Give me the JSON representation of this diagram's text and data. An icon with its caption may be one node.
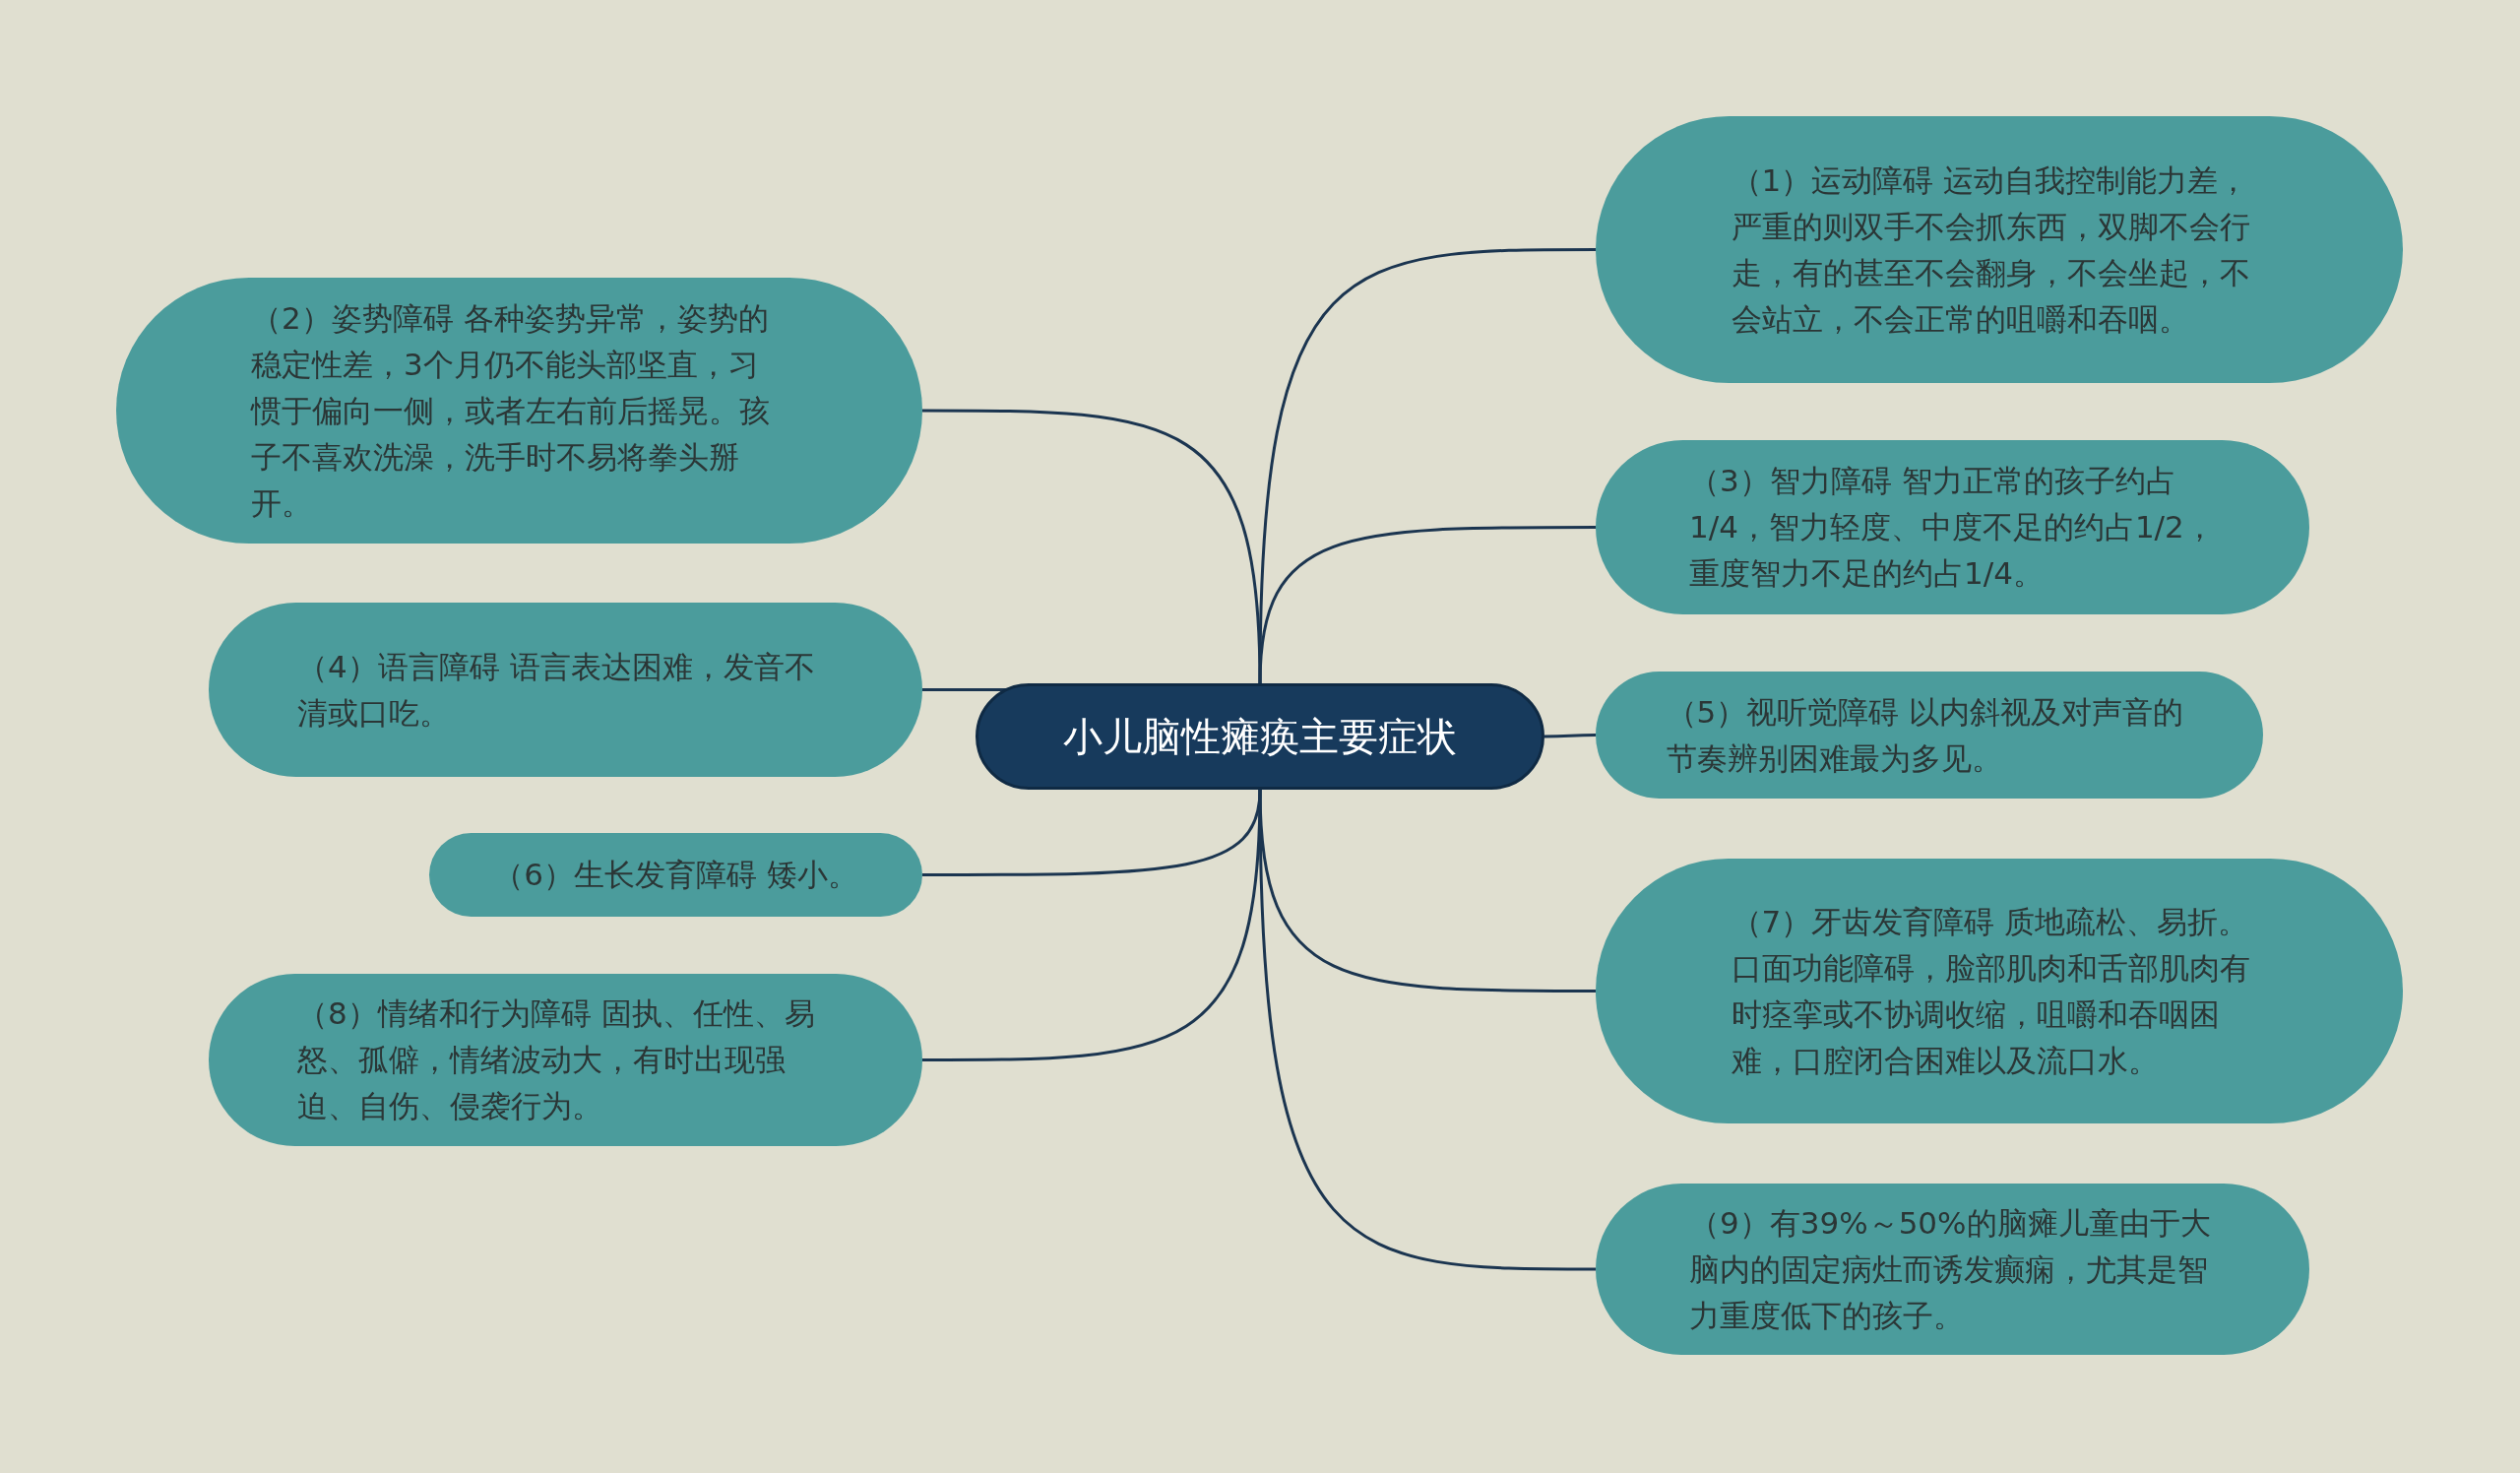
{
  "diagram": {
    "nodes": [
      {
        "text": [
          "小儿脑性瘫痪主要症状"
        ]
      },
      {
        "text": [
          "（1）运动障碍 运动自我控制能力差，严重的则双手不会抓东西，双脚不会行走，有的甚至不会翻身，不会坐起，不会站立，不会正常的咀嚼和吞咽。"
        ]
      },
      {
        "text": [
          "（2）姿势障碍 各种姿势异常，姿势的稳定性差，3个月仍不能头部坚直，习惯于偏向一侧，或者左右前后摇晃。孩子不喜欢洗澡，洗手时不易将拳头掰开。"
        ]
      },
      {
        "text": [
          "（3）智力障碍 智力正常的孩子约占1/4，智力轻度、中度不足的约占1/2，重度智力不足的约占1/4。"
        ]
      },
      {
        "text": [
          "（4）语言障碍 语言表达困难，发音不清或口吃。"
        ]
      },
      {
        "text": [
          "（5）视听觉障碍 以内斜视及对声音的节奏辨别困难最为多见。"
        ]
      },
      {
        "text": [
          "（6）生长发育障碍 矮小。"
        ]
      },
      {
        "text": [
          "（7）牙齿发育障碍 质地疏松、易折。口面功能障碍，脸部肌肉和舌部肌肉有时痉挛或不协调收缩，咀嚼和吞咽困难，口腔闭合困难以及流口水。"
        ]
      },
      {
        "text": [
          "（8）情绪和行为障碍 固执、任性、易怒、孤僻，情绪波动大，有时出现强迫、自伤、侵袭行为。"
        ]
      },
      {
        "text": [
          "（9）有39%～50%的脑瘫儿童由于大脑内的固定病灶而诱发癫痫，尤其是智力重度低下的孩子。"
        ]
      }
    ],
    "edges": [
      {
        "from": 0,
        "to": 1,
        "arrow": "none"
      },
      {
        "from": 0,
        "to": 2,
        "arrow": "none"
      },
      {
        "from": 0,
        "to": 3,
        "arrow": "none"
      },
      {
        "from": 0,
        "to": 4,
        "arrow": "none"
      },
      {
        "from": 0,
        "to": 5,
        "arrow": "none"
      },
      {
        "from": 0,
        "to": 6,
        "arrow": "none"
      },
      {
        "from": 0,
        "to": 7,
        "arrow": "none"
      },
      {
        "from": 0,
        "to": 8,
        "arrow": "none"
      },
      {
        "from": 0,
        "to": 9,
        "arrow": "none"
      }
    ]
  }
}
